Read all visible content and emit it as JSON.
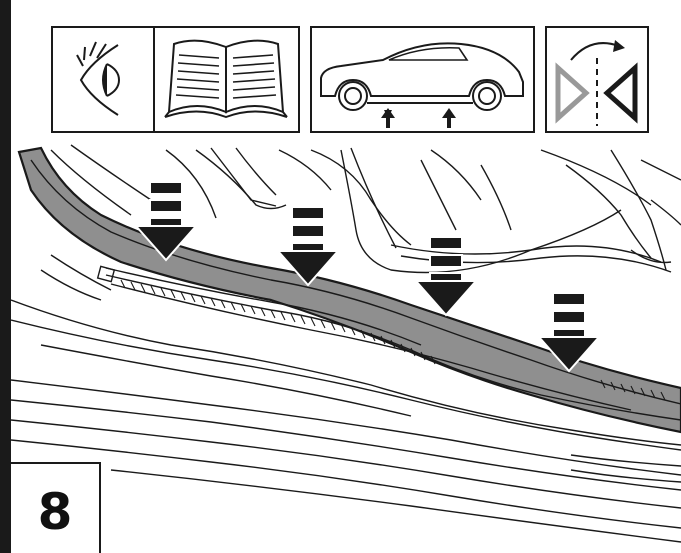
{
  "step": {
    "number": "8"
  },
  "icons": [
    {
      "name": "eye-icon"
    },
    {
      "name": "open-book-icon"
    },
    {
      "name": "car-lift-points-icon"
    },
    {
      "name": "mirror-flip-icon"
    }
  ],
  "illustration": {
    "subject": "door-sill-seal",
    "press_arrows": 4
  },
  "colors": {
    "frame": "#1a1a1a",
    "seal_fill": "#8f8f8f",
    "arrow_fill": "#1a1a1a",
    "flip_left_triangle": "#999999"
  }
}
